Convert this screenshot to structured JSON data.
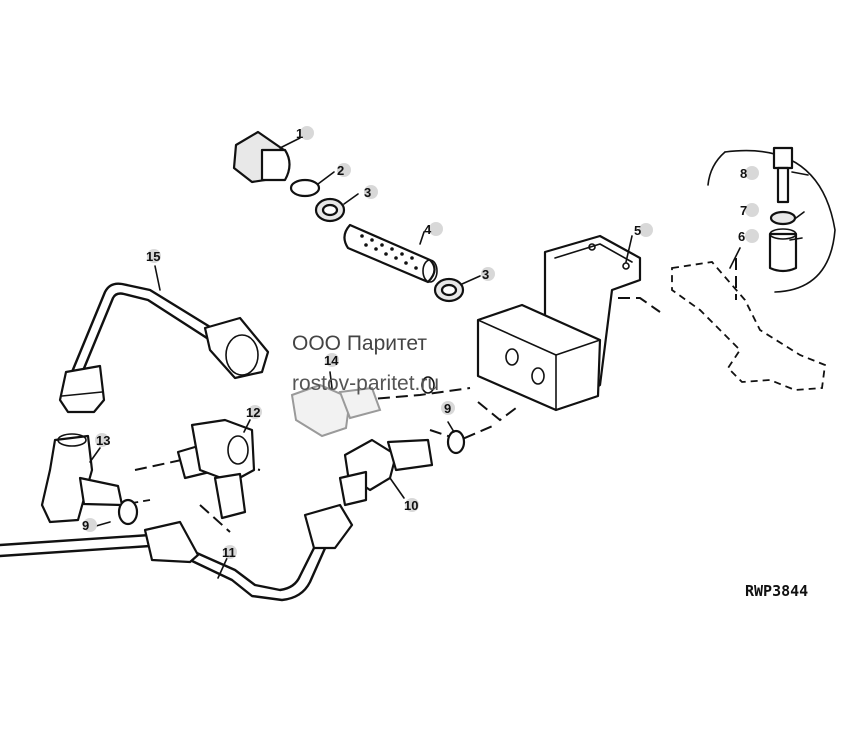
{
  "watermark": {
    "company": "ООО Паритет",
    "site": "rostov-paritet.ru"
  },
  "reference": "RWP3844",
  "callouts": {
    "c1": "1",
    "c2": "2",
    "c3a": "3",
    "c4": "4",
    "c3b": "3",
    "c5": "5",
    "c6": "6",
    "c7": "7",
    "c8": "8",
    "c9a": "9",
    "c9b": "9",
    "c10": "10",
    "c11": "11",
    "c12": "12",
    "c13": "13",
    "c14": "14",
    "c15": "15"
  }
}
